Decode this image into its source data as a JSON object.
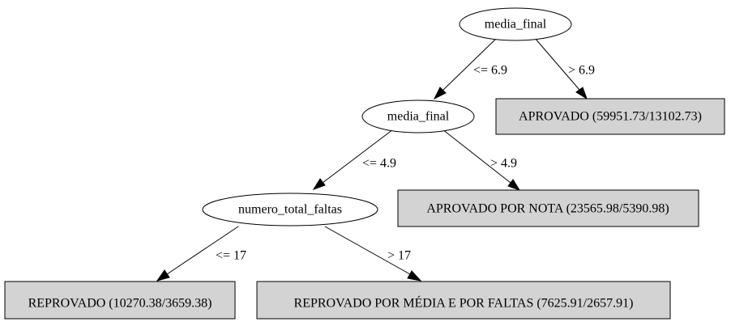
{
  "tree": {
    "split_nodes": [
      {
        "id": "root",
        "label": "media_final"
      },
      {
        "id": "mf2",
        "label": "media_final"
      },
      {
        "id": "ntf",
        "label": "numero_total_faltas"
      }
    ],
    "leaf_nodes": [
      {
        "id": "aprovado",
        "label": "APROVADO (59951.73/13102.73)"
      },
      {
        "id": "aprov_nota",
        "label": "APROVADO POR NOTA (23565.98/5390.98)"
      },
      {
        "id": "reprovado",
        "label": "REPROVADO (10270.38/3659.38)"
      },
      {
        "id": "reprov_faltas",
        "label": "REPROVADO POR MÉDIA E POR FALTAS (7625.91/2657.91)"
      }
    ],
    "edges": [
      {
        "from": "root",
        "to": "mf2",
        "label": "<= 6.9"
      },
      {
        "from": "root",
        "to": "aprovado",
        "label": "> 6.9"
      },
      {
        "from": "mf2",
        "to": "ntf",
        "label": "<= 4.9"
      },
      {
        "from": "mf2",
        "to": "aprov_nota",
        "label": "> 4.9"
      },
      {
        "from": "ntf",
        "to": "reprovado",
        "label": "<= 17"
      },
      {
        "from": "ntf",
        "to": "reprov_faltas",
        "label": "> 17"
      }
    ]
  }
}
